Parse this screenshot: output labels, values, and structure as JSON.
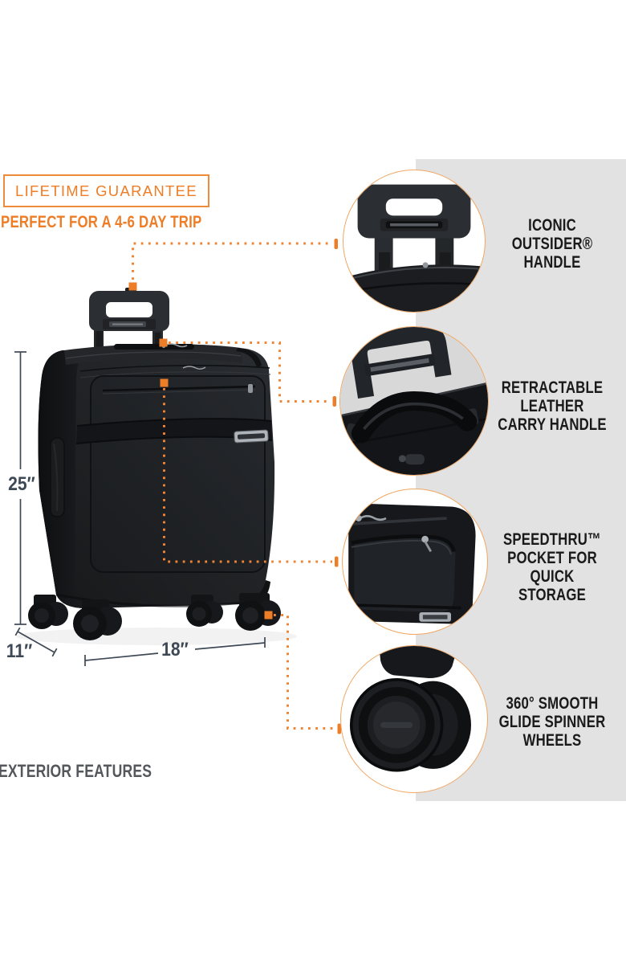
{
  "meta": {
    "accent_orange": "#ed7d26",
    "dot_orange": "#f08433",
    "panel_gray": "#e2e2e2",
    "measure_color": "#3e4955",
    "label_color": "#1a1a1a",
    "footer_color": "#54585c"
  },
  "header": {
    "guarantee_badge": "LIFETIME GUARANTEE",
    "tagline": "PERFECT FOR A 4-6 DAY TRIP"
  },
  "dimensions": {
    "height": "25″",
    "depth": "11″",
    "width": "18″"
  },
  "features": [
    {
      "name": "iconic-outsider-handle",
      "icon": "outsider-handle-photo",
      "lines": [
        "ICONIC",
        "OUTSIDER®",
        "HANDLE"
      ]
    },
    {
      "name": "retractable-leather-carry-handle",
      "icon": "carry-handle-photo",
      "lines": [
        "RETRACTABLE",
        "LEATHER",
        "CARRY HANDLE"
      ]
    },
    {
      "name": "speedthru-pocket",
      "icon": "speedthru-pocket-photo",
      "lines": [
        "SPEEDTHRU™",
        "POCKET FOR",
        "QUICK",
        "STORAGE"
      ]
    },
    {
      "name": "spinner-wheels",
      "icon": "spinner-wheel-photo",
      "lines": [
        "360° SMOOTH",
        "GLIDE SPINNER",
        "WHEELS"
      ]
    }
  ],
  "footer": {
    "caption": "EXTERIOR FEATURES"
  }
}
